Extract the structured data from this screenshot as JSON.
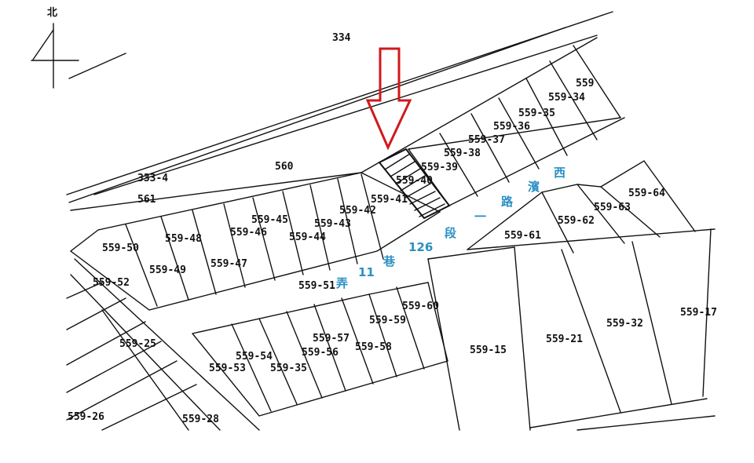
{
  "north_label": "北",
  "colors": {
    "ink": "#111111",
    "arrow": "#d0191c",
    "road_text": "#2a8fc4"
  },
  "parcels": {
    "p334": "334",
    "p560": "560",
    "p561": "561",
    "p333_4": "333-4",
    "p559": "559",
    "p559_34": "559-34",
    "p559_35": "559-35",
    "p559_36": "559-36",
    "p559_37": "559-37",
    "p559_38": "559-38",
    "p559_39": "559-39",
    "p559_40": "559-40",
    "p559_41": "559-41",
    "p559_42": "559-42",
    "p559_43": "559-43",
    "p559_44": "559-44",
    "p559_45": "559-45",
    "p559_46": "559-46",
    "p559_47": "559-47",
    "p559_48": "559-48",
    "p559_49": "559-49",
    "p559_50": "559-50",
    "p559_51": "559-51",
    "p559_52": "559-52",
    "p559_53": "559-53",
    "p559_54": "559-54",
    "p559_55": "559-35",
    "p559_56": "559-56",
    "p559_57": "559-57",
    "p559_58": "559-58",
    "p559_59": "559-59",
    "p559_60": "559-60",
    "p559_61": "559-61",
    "p559_62": "559-62",
    "p559_63": "559-63",
    "p559_64": "559-64",
    "p559_15": "559-15",
    "p559_21": "559-21",
    "p559_32": "559-32",
    "p559_17": "559-17",
    "p559_25": "559-25",
    "p559_26": "559-26",
    "p559_28": "559-28"
  },
  "road": {
    "c_xi": "西",
    "c_bin": "濱",
    "c_lu": "路",
    "c_yi": "一",
    "c_duan": "段",
    "lane_no": "126",
    "c_xiang": "巷",
    "alley_no": "11",
    "c_nong": "弄"
  }
}
